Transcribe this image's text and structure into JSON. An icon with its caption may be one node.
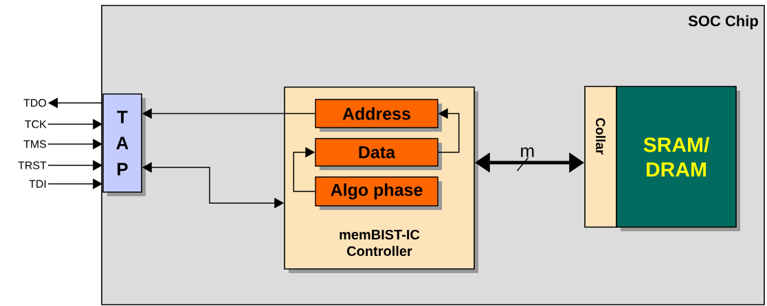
{
  "diagram": {
    "nodes": [
      {
        "text": [
          "SOC Chip"
        ]
      },
      {
        "text": [
          "T A P"
        ],
        "in": 0
      },
      {
        "text": [
          "memBIST-IC Controller"
        ],
        "in": 0
      },
      {
        "text": [
          "Address"
        ],
        "in": 2
      },
      {
        "text": [
          "Data"
        ],
        "in": 2
      },
      {
        "text": [
          "Algo phase"
        ],
        "in": 2
      },
      {
        "text": [
          "Collar"
        ],
        "in": 0
      },
      {
        "text": [
          "SRAM/ DRAM"
        ],
        "in": 0
      },
      {
        "text": [
          "TDO"
        ]
      },
      {
        "text": [
          "TCK"
        ]
      },
      {
        "text": [
          "TMS"
        ]
      },
      {
        "text": [
          "TRST"
        ]
      },
      {
        "text": [
          "TDI"
        ]
      }
    ],
    "edges": [
      {
        "from": 1,
        "to": 8,
        "arrow": "to"
      },
      {
        "from": 9,
        "to": 1,
        "arrow": "to"
      },
      {
        "from": 10,
        "to": 1,
        "arrow": "to"
      },
      {
        "from": 11,
        "to": 1,
        "arrow": "to"
      },
      {
        "from": 12,
        "to": 1,
        "arrow": "to"
      },
      {
        "from": 3,
        "to": 1,
        "arrow": "to"
      },
      {
        "from": 1,
        "to": 2,
        "arrow": "both"
      },
      {
        "from": 4,
        "to": 3,
        "arrow": "to"
      },
      {
        "from": 5,
        "to": 4,
        "arrow": "to"
      },
      {
        "from": 2,
        "to": 6,
        "arrow": "both",
        "label": "m",
        "style": "thick"
      }
    ]
  }
}
